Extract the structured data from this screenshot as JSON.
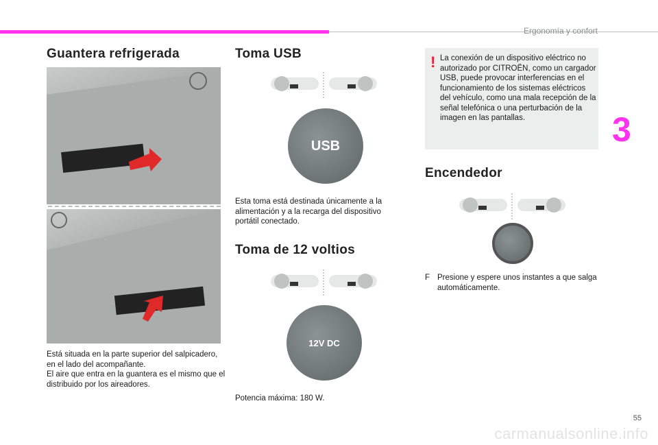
{
  "header": {
    "section": "Ergonomía y confort",
    "chapter": "3",
    "accent": "#ff33ee"
  },
  "left": {
    "title": "Guantera refrigerada",
    "text1": "Está situada en la parte superior del salpicadero, en el lado del acompañante.",
    "text2": "El aire que entra en la guantera es el mismo que el distribuido por los aireadores."
  },
  "usb": {
    "title": "Toma USB",
    "cap_label": "USB",
    "text": "Esta toma está destinada únicamente a la alimentación y a la recarga del dispositivo portátil conectado."
  },
  "dc": {
    "title": "Toma de 12 voltios",
    "cap_label": "12V DC",
    "text": "Potencia máxima: 180 W."
  },
  "warning": {
    "text": "La conexión de un dispositivo eléctrico no autorizado por CITROËN, como un cargador USB, puede provocar interferencias en el funcionamiento de los sistemas eléctricos del vehículo, como una mala recepción de la señal telefónica o una perturbación de la imagen en las pantallas."
  },
  "lighter": {
    "title": "Encendedor",
    "bullet": "F",
    "text": "Presione y espere unos instantes a que salga automáticamente."
  },
  "footer": {
    "page": "55",
    "watermark": "carmanualsonline.info"
  }
}
